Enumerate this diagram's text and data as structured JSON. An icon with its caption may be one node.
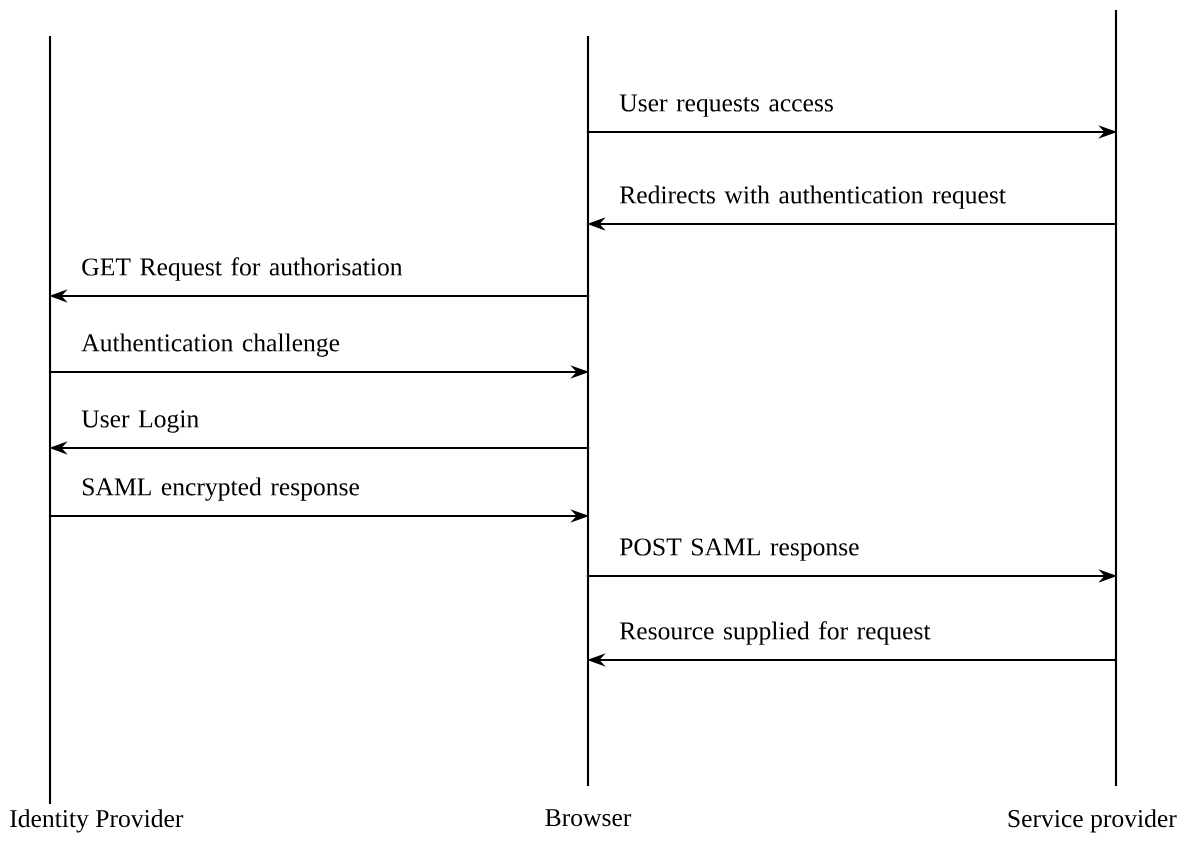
{
  "diagram": {
    "nodes": [
      {
        "text": [
          "Identity Provider"
        ]
      },
      {
        "text": [
          "Browser"
        ]
      },
      {
        "text": [
          "Service provider"
        ]
      }
    ],
    "edges": [
      {
        "from": 1,
        "to": 2,
        "arrow": "to",
        "label": "User requests access"
      },
      {
        "from": 2,
        "to": 1,
        "arrow": "to",
        "label": "Redirects with authentication request"
      },
      {
        "from": 1,
        "to": 0,
        "arrow": "to",
        "label": "GET Request for authorisation"
      },
      {
        "from": 0,
        "to": 1,
        "arrow": "to",
        "label": "Authentication challenge"
      },
      {
        "from": 1,
        "to": 0,
        "arrow": "to",
        "label": "User Login"
      },
      {
        "from": 0,
        "to": 1,
        "arrow": "to",
        "label": "SAML encrypted response"
      },
      {
        "from": 1,
        "to": 2,
        "arrow": "to",
        "label": "POST SAML response"
      },
      {
        "from": 2,
        "to": 1,
        "arrow": "to",
        "label": "Resource supplied for request"
      }
    ]
  }
}
